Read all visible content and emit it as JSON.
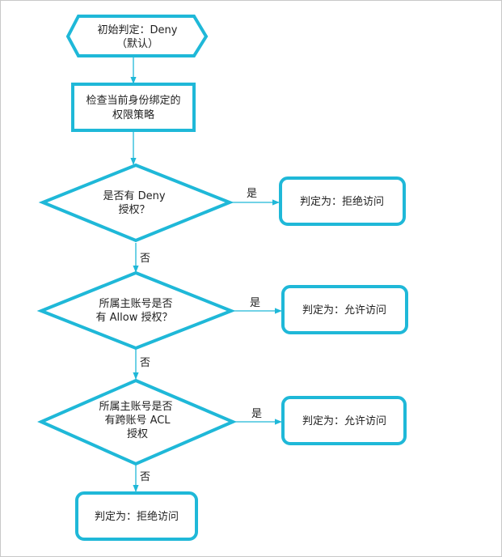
{
  "colors": {
    "stroke": "#1fb8d8",
    "text": "#222222",
    "border": "#c8c8c8",
    "background": "#ffffff"
  },
  "nodes": {
    "start": {
      "line1": "初始判定：Deny",
      "line2": "（默认）"
    },
    "check_policy": {
      "line1": "检查当前身份绑定的",
      "line2": "权限策略"
    },
    "decision_deny": {
      "line1": "是否有 Deny",
      "line2": "授权？"
    },
    "result_deny_1": {
      "text": "判定为：拒绝访问"
    },
    "decision_allow": {
      "line1": "所属主账号是否",
      "line2": "有 Allow 授权？"
    },
    "result_allow_1": {
      "text": "判定为：允许访问"
    },
    "decision_acl": {
      "line1": "所属主账号是否",
      "line2": "有跨账号 ACL",
      "line3": "授权"
    },
    "result_allow_2": {
      "text": "判定为：允许访问"
    },
    "result_deny_2": {
      "text": "判定为：拒绝访问"
    }
  },
  "edge_labels": {
    "deny_yes": "是",
    "deny_no": "否",
    "allow_yes": "是",
    "allow_no": "否",
    "acl_yes": "是",
    "acl_no": "否"
  }
}
